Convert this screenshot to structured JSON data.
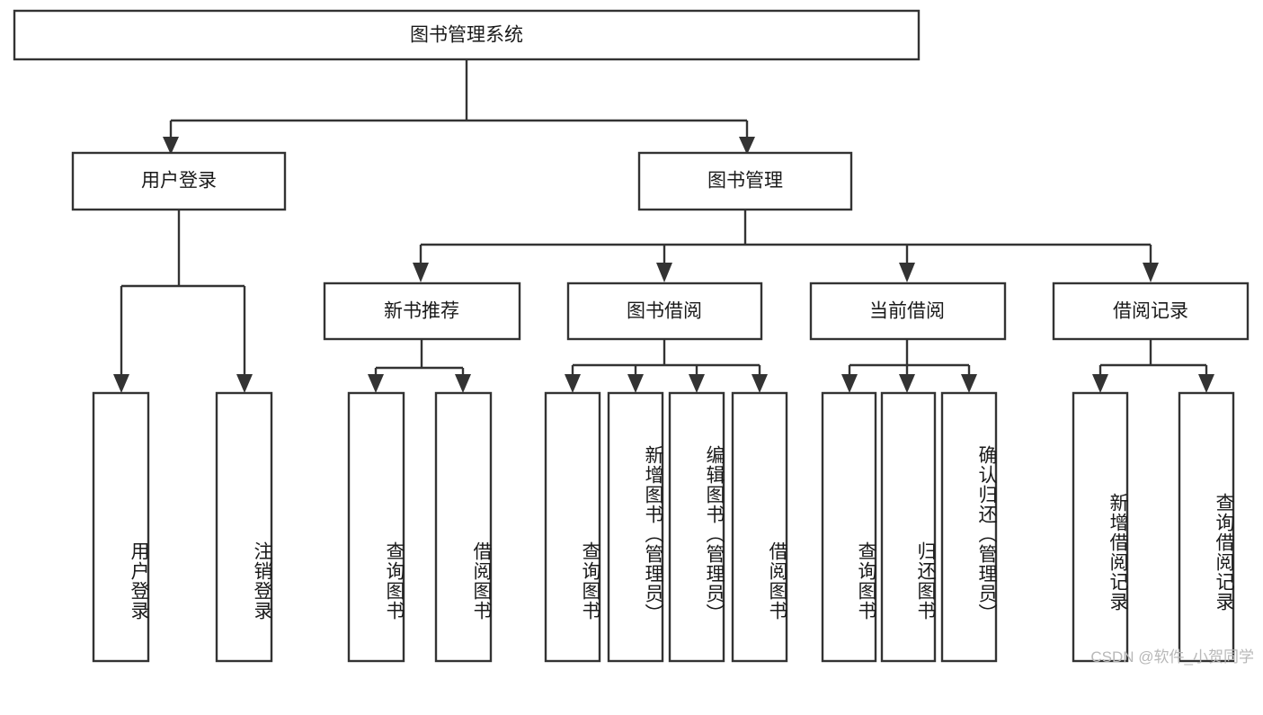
{
  "diagram": {
    "type": "tree",
    "title": "图书管理系统",
    "watermark": "CSDN @软件_小贺同学",
    "colors": {
      "box_stroke": "#333333",
      "box_fill": "#ffffff",
      "text": "#1a1a1a",
      "connector": "#333333",
      "watermark": "#b8b8b8",
      "background": "#ffffff"
    },
    "levels": {
      "root": {
        "label": "图书管理系统"
      },
      "level2": [
        {
          "label": "用户登录"
        },
        {
          "label": "图书管理"
        }
      ],
      "level3": [
        {
          "label": "新书推荐"
        },
        {
          "label": "图书借阅"
        },
        {
          "label": "当前借阅"
        },
        {
          "label": "借阅记录"
        }
      ],
      "leaves": {
        "user_login": [
          {
            "label": "用户登录"
          },
          {
            "label": "注销登录"
          }
        ],
        "new_book_recommend": [
          {
            "label": "查询图书"
          },
          {
            "label": "借阅图书"
          }
        ],
        "book_borrow": [
          {
            "label": "查询图书"
          },
          {
            "label": "新增图书（管理员）"
          },
          {
            "label": "编辑图书（管理员）"
          },
          {
            "label": "借阅图书"
          }
        ],
        "current_borrow": [
          {
            "label": "查询图书"
          },
          {
            "label": "归还图书"
          },
          {
            "label": "确认归还（管理员）"
          }
        ],
        "borrow_record": [
          {
            "label": "新增借阅记录"
          },
          {
            "label": "查询借阅记录"
          }
        ]
      }
    }
  }
}
